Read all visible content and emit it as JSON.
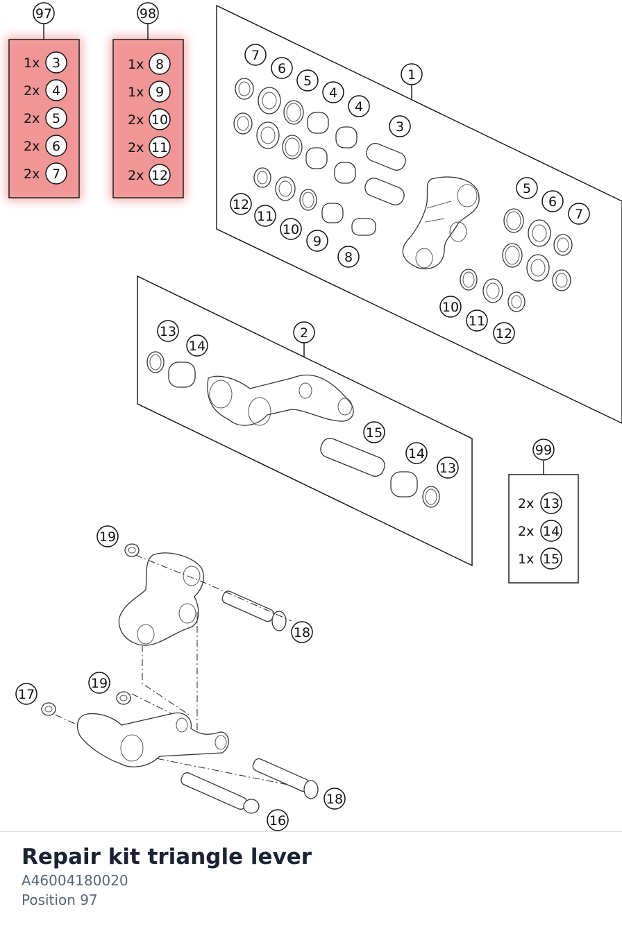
{
  "diagram": {
    "callouts": {
      "group1_top": [
        "7",
        "6",
        "5",
        "4",
        "4",
        "3",
        "1"
      ],
      "group1_bottom": [
        "12",
        "11",
        "10",
        "9",
        "8"
      ],
      "group1_right": [
        "5",
        "6",
        "7",
        "10",
        "11",
        "12"
      ],
      "group2": [
        "2",
        "13",
        "14",
        "15",
        "14",
        "13"
      ],
      "assembly": [
        "19",
        "18",
        "17",
        "19",
        "18",
        "16"
      ]
    },
    "kits": [
      {
        "id": "97",
        "highlighted": true,
        "items": [
          {
            "qty": "1x",
            "ref": "3"
          },
          {
            "qty": "2x",
            "ref": "4"
          },
          {
            "qty": "2x",
            "ref": "5"
          },
          {
            "qty": "2x",
            "ref": "6"
          },
          {
            "qty": "2x",
            "ref": "7"
          }
        ]
      },
      {
        "id": "98",
        "highlighted": true,
        "items": [
          {
            "qty": "1x",
            "ref": "8"
          },
          {
            "qty": "1x",
            "ref": "9"
          },
          {
            "qty": "2x",
            "ref": "10"
          },
          {
            "qty": "2x",
            "ref": "11"
          },
          {
            "qty": "2x",
            "ref": "12"
          }
        ]
      },
      {
        "id": "99",
        "highlighted": false,
        "items": [
          {
            "qty": "2x",
            "ref": "13"
          },
          {
            "qty": "2x",
            "ref": "14"
          },
          {
            "qty": "1x",
            "ref": "15"
          }
        ]
      }
    ],
    "highlight_color": "#f08a8a"
  },
  "product": {
    "title": "Repair kit triangle lever",
    "part_number": "A46004180020",
    "position": "Position 97"
  }
}
